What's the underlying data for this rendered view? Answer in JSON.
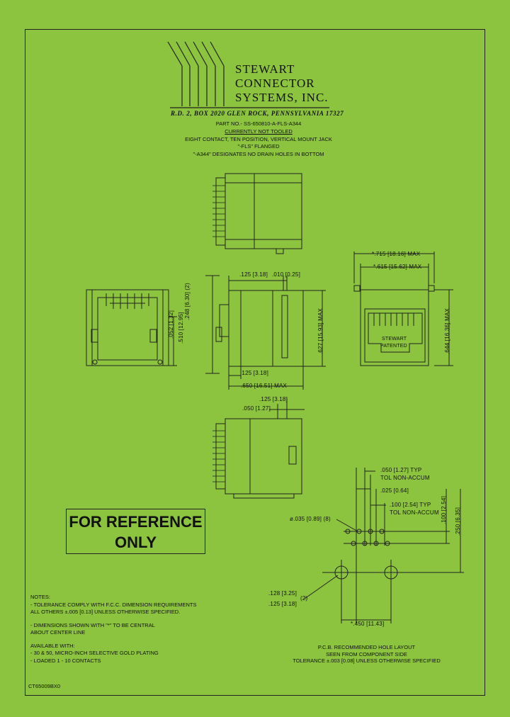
{
  "company": {
    "name_lines": [
      "STEWART",
      "CONNECTOR",
      "SYSTEMS,  INC."
    ],
    "address": "R.D. 2, BOX 2020   GLEN ROCK, PENNSYLVANIA   17327"
  },
  "part": {
    "number": "PART NO.-  SS-650810-A-FLS-A344",
    "status": "CURRENTLY NOT TOOLED",
    "description": "EIGHT CONTACT, TEN POSITION, VERTICAL MOUNT JACK",
    "flanged": "\"-FLS\"   FLANGED",
    "drain": "\"-A344\" DESIGNATES NO DRAIN HOLES IN BOTTOM"
  },
  "dimensions": {
    "side_top_125": ".125 [3.18]",
    "side_top_010": ".010 [0.25]",
    "side_248": ".248 [6.30] (2)",
    "side_627": ".627 [15.93] MAX",
    "side_bottom_125": ".125 [3.18]",
    "side_650": ".650 [16.51] MAX",
    "front_052": ".052 [1.32]",
    "front_510": ".510 [12.95]",
    "rear_715": "*.715 [18.16] MAX",
    "rear_615": "*.615 [15.62] MAX",
    "rear_644": ".644 [16.36] MAX",
    "bottom_125": ".125 [3.18]",
    "bottom_050": ".050 [1.27]",
    "pcb_050": ".050 [1.27] TYP",
    "pcb_050_tol": "TOL NON-ACCUM",
    "pcb_025": ".025 [0.64]",
    "pcb_100": ".100 [2.54] TYP",
    "pcb_100_tol": "TOL NON-ACCUM",
    "pcb_100v": ".100 [2.54]",
    "pcb_250": ".250 [6.35]",
    "pcb_035": "ø.035 [0.89] (8)",
    "pcb_128": ".128 [3.25]",
    "pcb_125": ".125 [3.18]",
    "pcb_hole_qty": "(2)",
    "pcb_450": "*.450 [11.43]"
  },
  "jack_label": [
    "STEWART",
    "PATENTED"
  ],
  "reference": [
    "FOR REFERENCE",
    "ONLY"
  ],
  "notes": {
    "title": "NOTES:",
    "lines": [
      "-  TOLERANCE COMPLY WITH F.C.C. DIMENSION REQUIREMENTS",
      "   ALL OTHERS ±.005 [0.13] UNLESS OTHERWISE SPECIFIED.",
      "-  DIMENSIONS SHOWN WITH \"*\" TO BE CENTRAL",
      "   ABOUT CENTER LINE"
    ],
    "available_title": "AVAILABLE WITH:",
    "available": [
      "-  30 & 50, MICRO-INCH SELECTIVE GOLD PLATING",
      "-  LOADED  1 - 10 CONTACTS"
    ]
  },
  "pcb_caption": [
    "P.C.B. RECOMMENDED HOLE LAYOUT",
    "SEEN FROM COMPONENT SIDE",
    "TOLERANCE ±.003 [0.08] UNLESS OTHERWISE SPECIFIED"
  ],
  "drawing_code": "CT65009BX0",
  "colors": {
    "background": "#8cc43f",
    "line": "#222222"
  }
}
